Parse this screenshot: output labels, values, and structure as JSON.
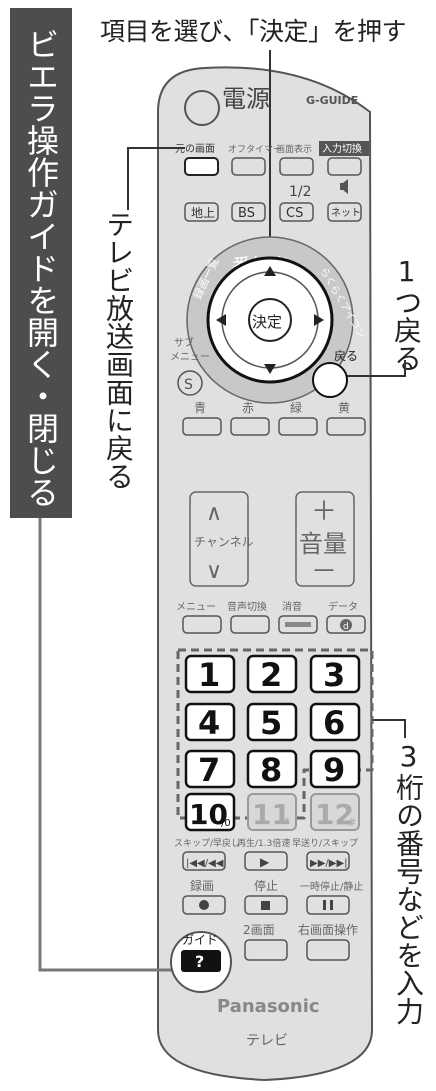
{
  "captions": {
    "top": "項目を選び、「決定」を押す",
    "left_panel": "ビエラ操作ガイドを開く・閉じる",
    "tv_screen": "テレビ放送画面に戻る",
    "back": "1つ戻る",
    "digits": "3桁の番号などを入力"
  },
  "remote": {
    "power": "電源",
    "guide_logo": "G-GUIDE",
    "row1": [
      "元の画面",
      "オフタイマー",
      "画面表示",
      "入力切換"
    ],
    "half": "1/2",
    "speaker_icon": "speaker-icon",
    "broadcast": [
      "地上",
      "BS",
      "CS",
      "ネット"
    ],
    "arc_labels": [
      "録画一覧",
      "番組表",
      "らくらくアイコン"
    ],
    "dpad_center": "決定",
    "sub_menu": "サブメニュー",
    "sub_menu_btn": "S",
    "back": "戻る",
    "colors": [
      "青",
      "赤",
      "緑",
      "黄"
    ],
    "channel": "チャンネル",
    "channel_up": "∧",
    "channel_down": "∨",
    "volume": "音量",
    "volume_plus": "＋",
    "volume_minus": "－",
    "func_row": [
      "メニュー",
      "音声切換",
      "消音",
      "データ"
    ],
    "data_btn": "d",
    "numbers": [
      "1",
      "2",
      "3",
      "4",
      "5",
      "6",
      "7",
      "8",
      "9",
      "10",
      "11",
      "12"
    ],
    "number_marks": [
      "/0",
      "*",
      "#"
    ],
    "transport_labels": [
      "スキップ/早戻し",
      "再生/1.3倍速",
      "早送り/スキップ"
    ],
    "transport_icons": [
      "|◀◀/◀◀",
      "▶",
      "▶▶/▶▶|"
    ],
    "transport_row2": [
      "録画",
      "停止",
      "一時停止/静止"
    ],
    "guide_btn": "ガイド",
    "guide_btn_mark": "?",
    "bottom_row": [
      "2画面",
      "右画面操作"
    ],
    "brand": "Panasonic",
    "product": "テレビ"
  },
  "colors": {
    "remote_body": "#e0e0e0",
    "line": "#555555",
    "panel": "#4d4d4d"
  }
}
